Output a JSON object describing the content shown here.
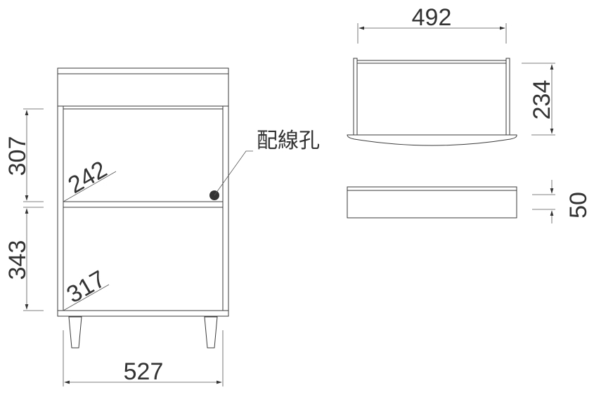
{
  "dimensions": {
    "cabinet_width": "527",
    "upper_height": "307",
    "lower_height": "343",
    "upper_depth": "242",
    "lower_depth": "317",
    "drawer_width": "492",
    "drawer_depth": "234",
    "drawer_height": "50"
  },
  "labels": {
    "wiring_hole": "配線孔"
  }
}
